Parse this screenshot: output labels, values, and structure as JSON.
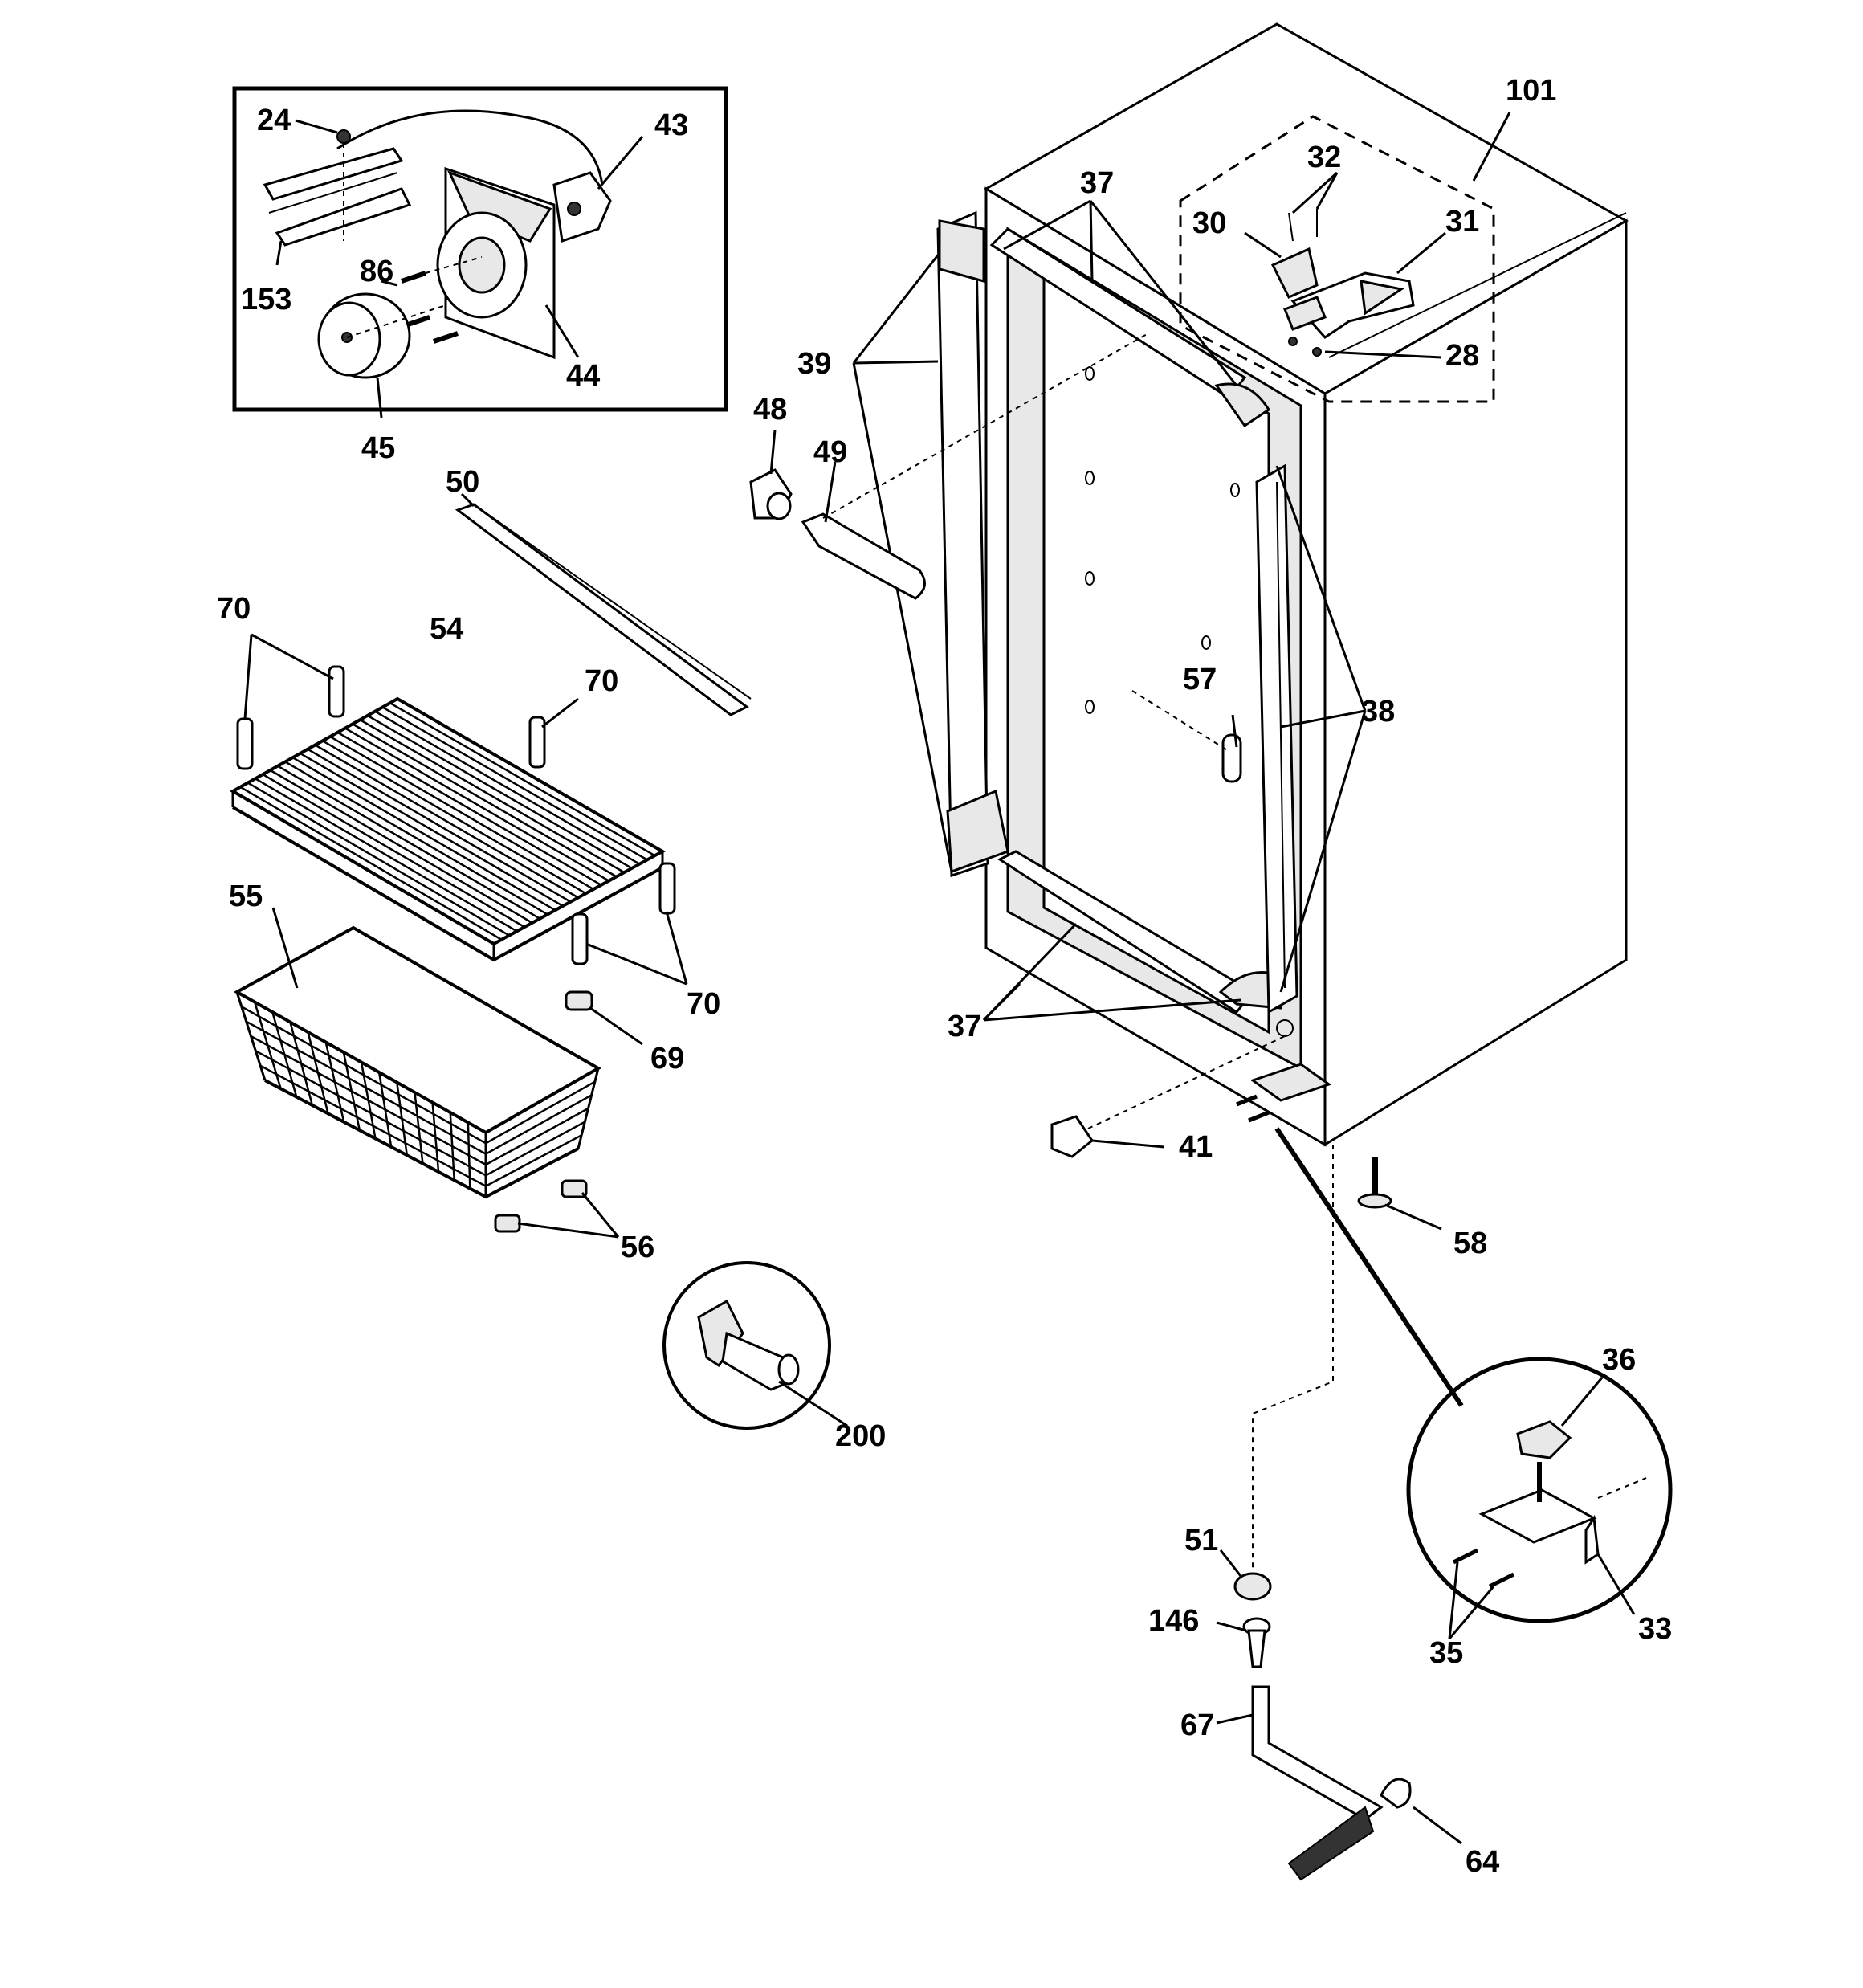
{
  "colors": {
    "ink": "#000000",
    "paper": "#ffffff",
    "shade": "#e8e8e8"
  },
  "labels": {
    "p24": "24",
    "p43": "43",
    "p86": "86",
    "p153": "153",
    "p44": "44",
    "p45": "45",
    "p50": "50",
    "p70a": "70",
    "p54": "54",
    "p70b": "70",
    "p70c": "70",
    "p55": "55",
    "p69": "69",
    "p56": "56",
    "p200": "200",
    "p48": "48",
    "p49": "49",
    "p39": "39",
    "p37a": "37",
    "p37b": "37",
    "p101": "101",
    "p32": "32",
    "p30": "30",
    "p31": "31",
    "p28": "28",
    "p57": "57",
    "p38": "38",
    "p41": "41",
    "p58": "58",
    "p36": "36",
    "p35": "35",
    "p33": "33",
    "p51": "51",
    "p146": "146",
    "p67": "67",
    "p64": "64"
  }
}
